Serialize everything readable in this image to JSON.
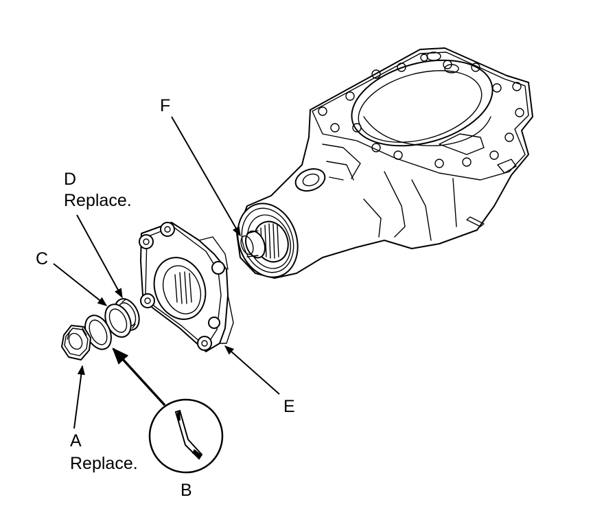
{
  "labels": {
    "a": {
      "letter": "A",
      "note": "Replace."
    },
    "b": {
      "letter": "B"
    },
    "c": {
      "letter": "C"
    },
    "d": {
      "letter": "D",
      "note": "Replace."
    },
    "e": {
      "letter": "E"
    },
    "f": {
      "letter": "F"
    }
  },
  "colors": {
    "line": "#000000",
    "background": "#ffffff"
  }
}
